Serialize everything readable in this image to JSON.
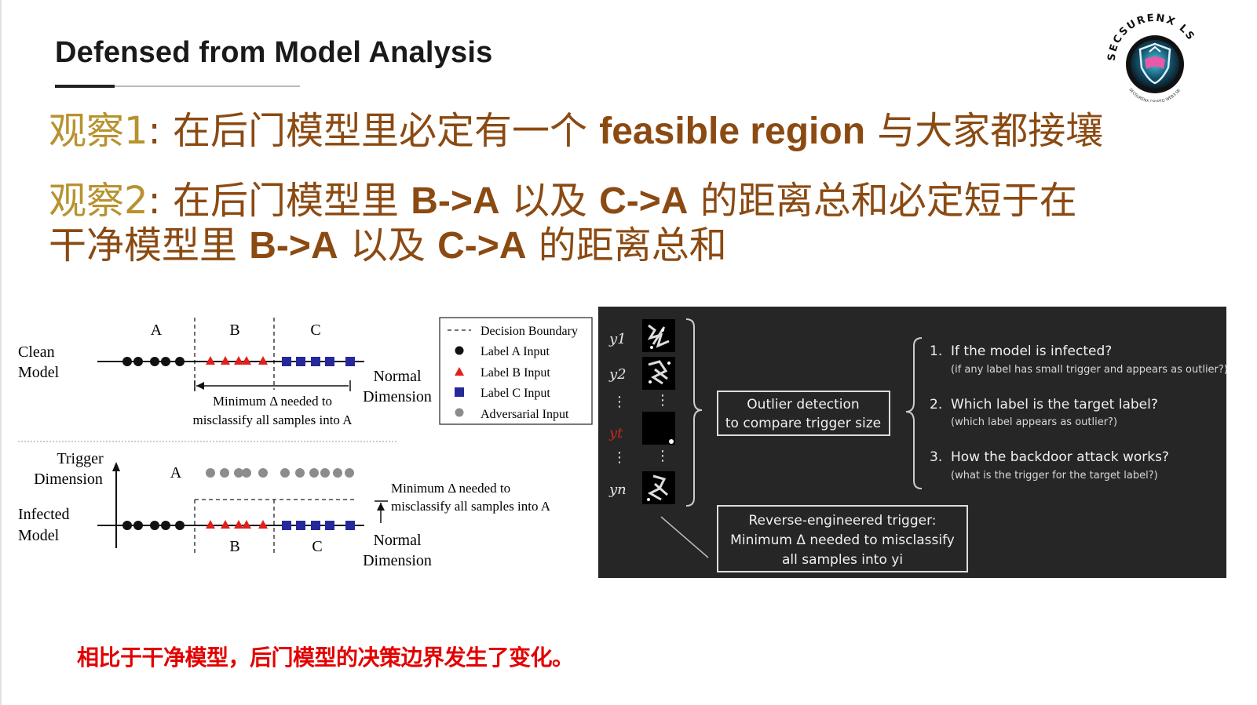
{
  "slide": {
    "title": "Defensed from Model Analysis",
    "observation1": {
      "label": "观察1",
      "text_a": ": 在后门模型里必定有一个 ",
      "bold": "feasible region",
      "text_b": " 与大家都接壤"
    },
    "observation2": {
      "label": "观察2",
      "text_a": ": 在后门模型里 ",
      "bold_a": "B->A",
      "text_b": " 以及 ",
      "bold_b": "C->A",
      "text_c": " 的距离总和必定短于在",
      "line2_a": "干净模型里 ",
      "line2_bold_a": "B->A",
      "line2_b": " 以及 ",
      "line2_bold_b": "C->A",
      "line2_c": " 的距离总和"
    },
    "footer_note": "相比于干净模型，后门模型的决策边界发生了变化。"
  },
  "logo": {
    "text": "SECSURENX LS",
    "bottom_text": "SECSURENX CRYPTO WEB3 SECURITY",
    "icon": "shield-mask-icon"
  },
  "left_figure": {
    "region_labels": [
      "A",
      "B",
      "C"
    ],
    "clean_model_label": [
      "Clean",
      "Model"
    ],
    "infected_model_label": [
      "Infected",
      "Model"
    ],
    "normal_dimension": [
      "Normal",
      "Dimension"
    ],
    "trigger_dimension": [
      "Trigger",
      "Dimension"
    ],
    "clean_delta_caption": [
      "Minimum Δ needed to",
      "misclassify all samples into A"
    ],
    "infected_delta_caption": [
      "Minimum Δ needed to",
      "misclassify all samples into A"
    ],
    "legend": [
      {
        "marker": "dashed-line",
        "label": "Decision Boundary"
      },
      {
        "marker": "black-circle",
        "label": "Label A Input",
        "color": "#111111"
      },
      {
        "marker": "red-triangle",
        "label": "Label B Input",
        "color": "#e0201b"
      },
      {
        "marker": "blue-square",
        "label": "Label C Input",
        "color": "#26299c"
      },
      {
        "marker": "gray-circle",
        "label": "Adversarial Input",
        "color": "#8c8c8c"
      }
    ]
  },
  "right_figure": {
    "labels": [
      "y1",
      "y2",
      "⋮",
      "yt",
      "⋮",
      "yn"
    ],
    "outlier_box": [
      "Outlier detection",
      "to compare trigger size"
    ],
    "reverse_box": [
      "Reverse-engineered trigger:",
      "Minimum Δ needed to misclassify",
      "all samples into yi"
    ],
    "questions": [
      {
        "num": "1.",
        "q": "If the model is infected?",
        "sub": "(if any label has small trigger and appears as outlier?)"
      },
      {
        "num": "2.",
        "q": "Which label is the target label?",
        "sub": "(which label appears as outlier?)"
      },
      {
        "num": "3.",
        "q": "How the backdoor attack works?",
        "sub": "(what is the trigger for the target label?)"
      }
    ]
  },
  "colors": {
    "title": "#1a1a1a",
    "observation_label": "#b7922e",
    "observation_text": "#8b4a12",
    "footer": "#e30000",
    "right_panel_bg": "#262626"
  }
}
